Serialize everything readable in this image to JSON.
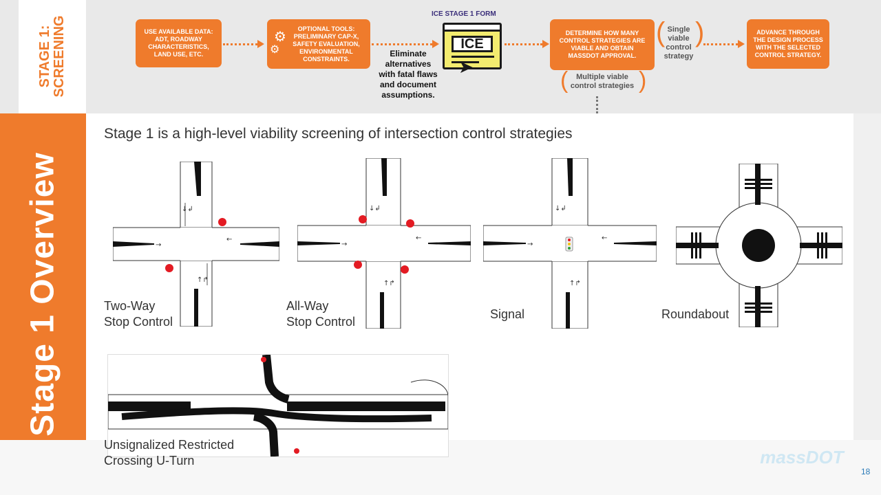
{
  "stage_label": [
    "STAGE 1:",
    "SCREENING"
  ],
  "side_title": "Stage 1 Overview",
  "flow": {
    "box1": [
      "USE AVAILABLE DATA:",
      "ADT, ROADWAY",
      "CHARACTERISTICS,",
      "LAND USE, ETC."
    ],
    "box2": [
      "OPTIONAL TOOLS:",
      "PRELIMINARY CAP-X,",
      "SAFETY EVALUATION,",
      "ENVIRONMENTAL",
      "CONSTRAINTS."
    ],
    "eliminate": [
      "Eliminate",
      "alternatives",
      "with fatal flaws",
      "and document",
      "assumptions."
    ],
    "ice_form_label": "ICE STAGE 1 FORM",
    "ice_word": "ICE",
    "box3": [
      "DETERMINE HOW MANY",
      "CONTROL STRATEGIES ARE",
      "VIABLE AND OBTAIN",
      "MASSDOT APPROVAL."
    ],
    "single_viable": [
      "Single",
      "viable",
      "control",
      "strategy"
    ],
    "multiple_viable": [
      "Multiple viable",
      "control strategies"
    ],
    "box4": [
      "ADVANCE THROUGH",
      "THE DESIGN PROCESS",
      "WITH THE SELECTED",
      "CONTROL STRATEGY."
    ]
  },
  "headline": "Stage 1 is a high-level viability screening of intersection control strategies",
  "strategies": [
    {
      "caption": [
        "Two-Way",
        "Stop Control"
      ]
    },
    {
      "caption": [
        "All-Way",
        "Stop Control"
      ]
    },
    {
      "caption": [
        "Signal"
      ]
    },
    {
      "caption": [
        "Roundabout"
      ]
    },
    {
      "caption": [
        "Unsignalized Restricted",
        "Crossing U-Turn"
      ]
    }
  ],
  "logo_text": [
    "massDOT",
    "\u0001"
  ],
  "page_number": "18",
  "colors": {
    "accent": "#ef7b2c",
    "stop_marker": "#e31b23"
  }
}
